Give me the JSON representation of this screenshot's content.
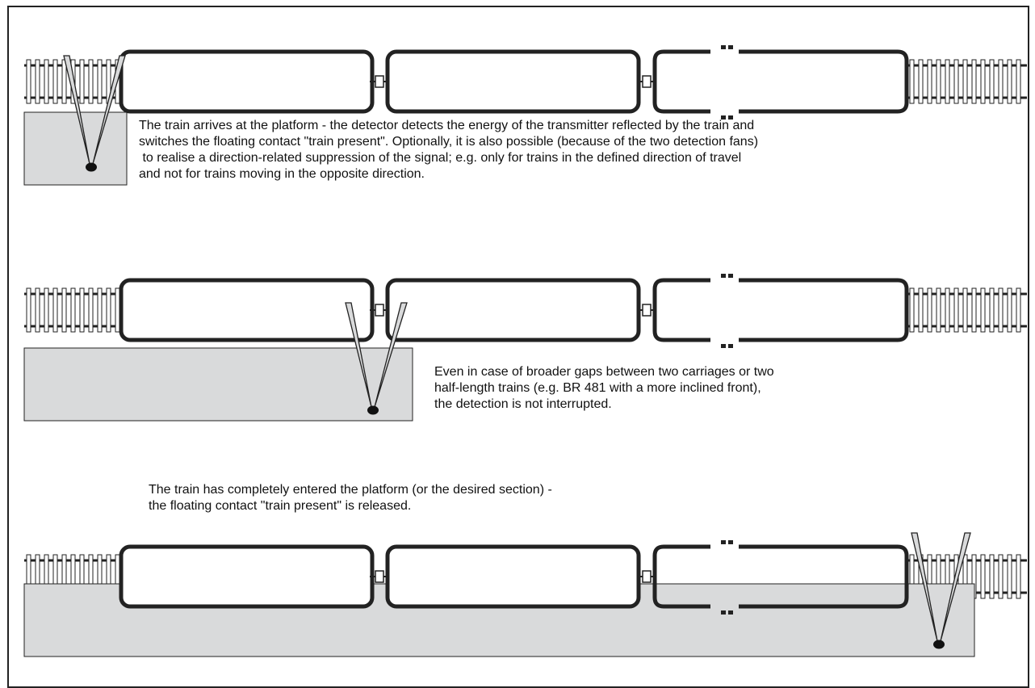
{
  "colors": {
    "rail": "#222222",
    "car_fill": "#ffffff",
    "platform_fill": "#d9dadb",
    "beam_fill": "#d9dadb",
    "detector": "#111111"
  },
  "stages": [
    {
      "caption_lines": [
        "The train arrives at the platform - the detector detects the energy of the transmitter reflected by the train and",
        "switches the floating contact \"train present\". Optionally, it is also possible (because of the two detection fans)",
        " to realise a direction-related suppression of the signal; e.g. only for trains in the defined direction of travel",
        "and not for trains moving in the opposite direction."
      ]
    },
    {
      "caption_lines": [
        "Even in case of broader gaps between two carriages or two",
        "half-length trains (e.g. BR 481 with a more inclined front),",
        "the detection is not interrupted."
      ]
    },
    {
      "caption_lines": [
        "The train has completely entered the platform (or the desired section) -",
        "the floating contact \"train present\" is released."
      ]
    }
  ],
  "icons": [
    "rail-track",
    "train-carriage",
    "coupling-icon",
    "platform",
    "detector-beam-fan",
    "detector-sensor-icon"
  ]
}
